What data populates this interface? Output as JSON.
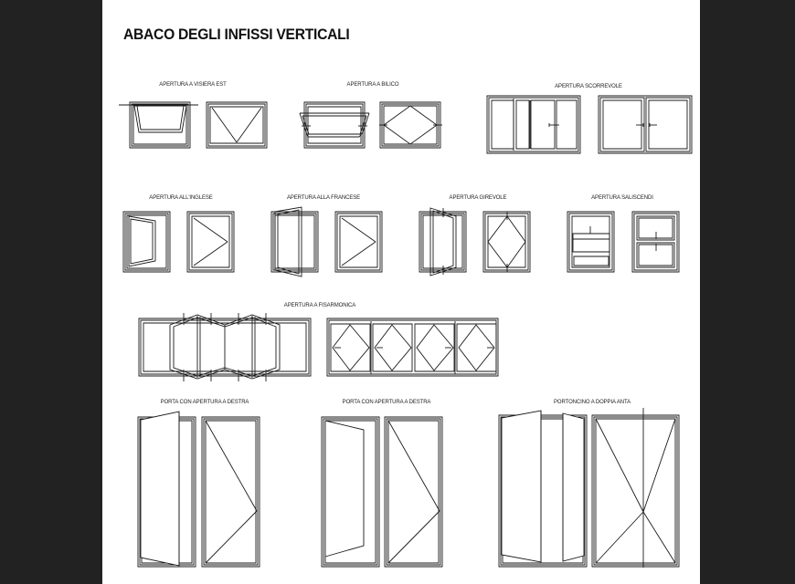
{
  "sheet": {
    "title": "ABACO DEGLI INFISSI VERTICALI",
    "background": "#222222",
    "paper": "#ffffff",
    "line_color": "#1a1a1a"
  },
  "groups": [
    {
      "id": "visiera",
      "label": "APERTURA A VISIERA EST",
      "elements": [
        "section-view",
        "elevation-view"
      ]
    },
    {
      "id": "bilico",
      "label": "APERTURA A BILICO",
      "elements": [
        "section-view",
        "elevation-view"
      ]
    },
    {
      "id": "scorrevole",
      "label": "APERTURA SCORREVOLE",
      "elements": [
        "triple-sliding-view",
        "double-sliding-view"
      ]
    },
    {
      "id": "inglese",
      "label": "APERTURA ALL'INGLESE",
      "elements": [
        "section-view",
        "elevation-view"
      ]
    },
    {
      "id": "francese",
      "label": "APERTURA ALLA FRANCESE",
      "elements": [
        "section-view",
        "elevation-view"
      ]
    },
    {
      "id": "girevole",
      "label": "APERTURA GIREVOLE",
      "elements": [
        "section-view",
        "elevation-view"
      ]
    },
    {
      "id": "saliscendi",
      "label": "APERTURA SALISCENDI",
      "elements": [
        "section-view",
        "elevation-view"
      ]
    },
    {
      "id": "fisarmonica",
      "label": "APERTURA A FISARMONICA",
      "elements": [
        "folding-plan-view",
        "four-panel-elevation"
      ]
    },
    {
      "id": "porta1",
      "label": "PORTA CON APERTURA A DESTRA",
      "elements": [
        "open-door-view",
        "elevation-view"
      ]
    },
    {
      "id": "porta2",
      "label": "PORTA CON APERTURA A DESTRA",
      "elements": [
        "open-door-view",
        "elevation-view"
      ]
    },
    {
      "id": "portoncino",
      "label": "PORTONCINO A DOPPIA ANTA",
      "elements": [
        "open-double-door-view",
        "elevation-view"
      ]
    }
  ]
}
